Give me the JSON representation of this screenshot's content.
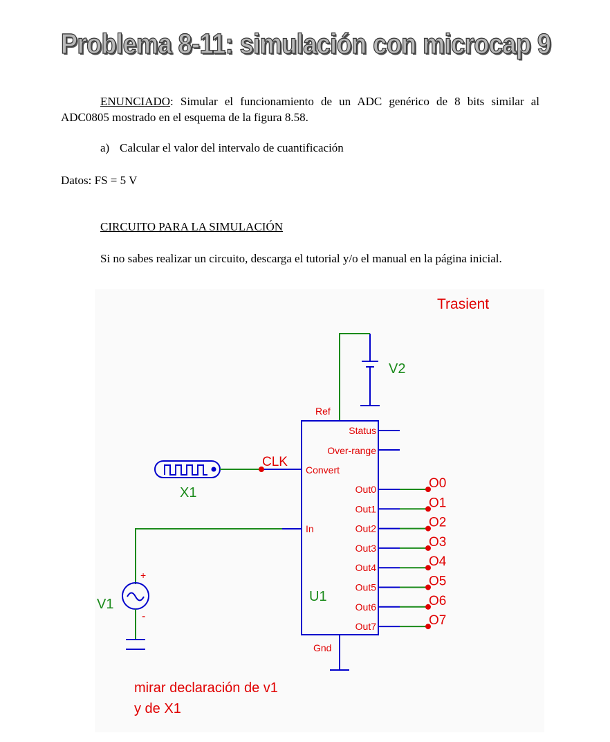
{
  "title": "Problema 8-11: simulación con microcap 9",
  "enunciado": {
    "label": "ENUNCIADO",
    "text": ": Simular el funcionamiento de un ADC genérico de 8 bits similar al  ADC0805 mostrado en el esquema de la figura 8.58."
  },
  "item_a": {
    "marker": "a)",
    "text": "Calcular el valor del intervalo de cuantificación"
  },
  "datos": "Datos: FS = 5 V",
  "circuit_heading": "CIRCUITO PARA LA SIMULACIÓN",
  "circuit_paragraph": "Si no sabes realizar un circuito, descarga el tutorial y/o el manual en la página inicial.",
  "schematic": {
    "analysis_label": "Trasient",
    "v2_label": "V2",
    "v1_label": "V1",
    "x1_label": "X1",
    "u1_label": "U1",
    "clk_label": "CLK",
    "plus": "+",
    "minus": "-",
    "pins": {
      "ref": "Ref",
      "status": "Status",
      "over_range": "Over-range",
      "convert": "Convert",
      "in": "In",
      "gnd": "Gnd"
    },
    "outputs": [
      "Out0",
      "Out1",
      "Out2",
      "Out3",
      "Out4",
      "Out5",
      "Out6",
      "Out7"
    ],
    "output_nodes": [
      "O0",
      "O1",
      "O2",
      "O3",
      "O4",
      "O5",
      "O6",
      "O7"
    ],
    "note_line1": "mirar declaración de v1",
    "note_line2": "y de X1",
    "colors": {
      "component": "#0000cc",
      "wire": "#1a8a1a",
      "label": "#e00000",
      "node": "#e00000",
      "background": "#fafafa"
    }
  }
}
